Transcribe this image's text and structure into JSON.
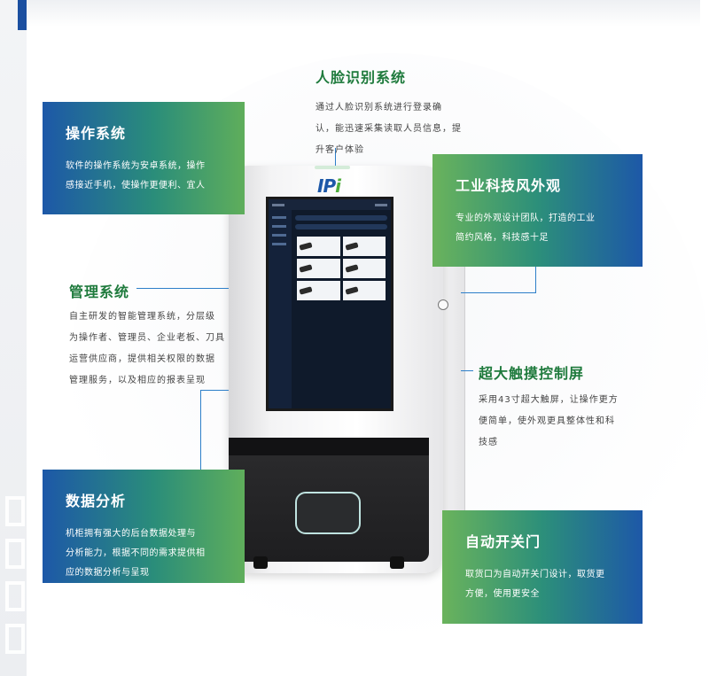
{
  "sections": {
    "face": {
      "title": "人脸识别系统",
      "lines": [
        "通过人脸识别系统进行登录确",
        "认，能迅速采集读取人员信息，提",
        "升客户体验"
      ]
    },
    "os": {
      "title": "操作系统",
      "lines": [
        "软件的操作系统为安卓系统，操作",
        "感接近手机，使操作更便利、宜人"
      ]
    },
    "industrial": {
      "title": "工业科技风外观",
      "lines": [
        "专业的外观设计团队，打造的工业",
        "简约风格，科技感十足"
      ]
    },
    "mgmt": {
      "title": "管理系统",
      "lines": [
        "自主研发的智能管理系统，分层级",
        "为操作者、管理员、企业老板、刀具",
        "运营供应商，提供相关权限的数据",
        "管理服务，以及相应的报表呈现"
      ]
    },
    "touch": {
      "title": "超大触摸控制屏",
      "lines": [
        "采用43寸超大触屏，让操作更方",
        "便简单，使外观更具整体性和科",
        "技感"
      ]
    },
    "data": {
      "title": "数据分析",
      "lines": [
        "机柜拥有强大的后台数据处理与",
        "分析能力，根据不同的需求提供相",
        "应的数据分析与呈现"
      ]
    },
    "door": {
      "title": "自动开关门",
      "lines": [
        "取货口为自动开关门设计，取货更",
        "方便，使用更安全"
      ]
    }
  },
  "logo": {
    "main": "IP",
    "accent": "i"
  },
  "colors": {
    "blue": "#1d58a8",
    "green": "#5fae5b",
    "title_green": "#1e7a3c",
    "line_blue": "#2d7fc9"
  }
}
